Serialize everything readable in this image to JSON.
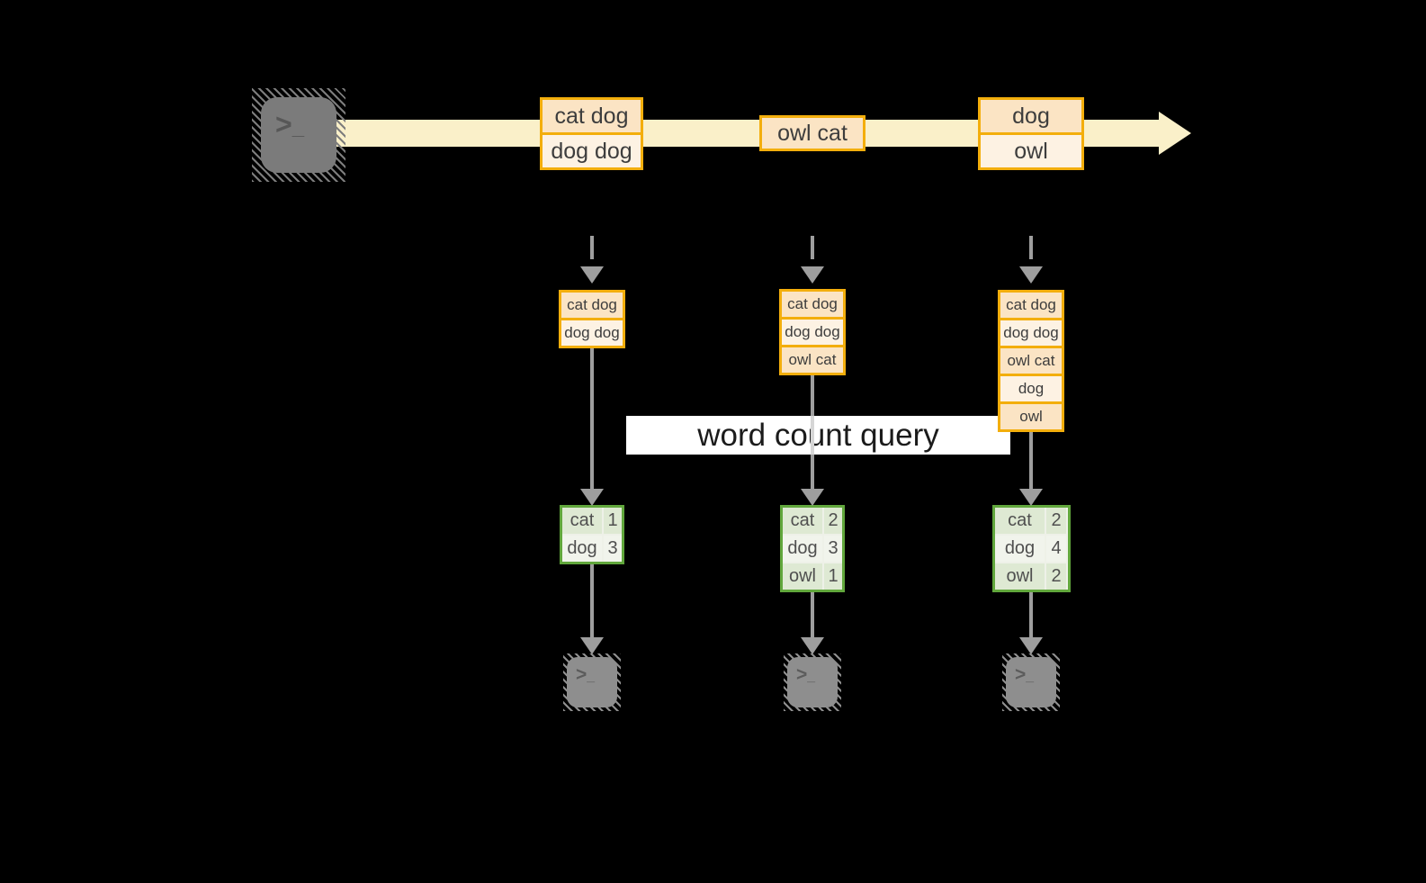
{
  "diagram": {
    "query_label": "word count query",
    "prompt_chevron": ">",
    "prompt_underscore": "_"
  },
  "colors": {
    "background": "#000000",
    "stream_band": "#FAF0C9",
    "orange_border": "#F3AE0C",
    "orange_cell_dark": "#FBE4C4",
    "orange_cell_light": "#FDF2E3",
    "green_border": "#61A73C",
    "green_cell_dark": "#DEE9D3",
    "green_cell_light": "#F1F4EC",
    "arrow_gray": "#9E9E9E",
    "query_box_fill": "#FFFFFF"
  },
  "stream": {
    "events": [
      {
        "lines": [
          "cat dog",
          "dog dog"
        ]
      },
      {
        "lines": [
          "owl cat"
        ]
      },
      {
        "lines": [
          "dog",
          "owl"
        ]
      }
    ]
  },
  "columns": [
    {
      "state": [
        "cat dog",
        "dog dog"
      ],
      "counts": [
        {
          "word": "cat",
          "count": "1"
        },
        {
          "word": "dog",
          "count": "3"
        }
      ]
    },
    {
      "state": [
        "cat dog",
        "dog dog",
        "owl cat"
      ],
      "counts": [
        {
          "word": "cat",
          "count": "2"
        },
        {
          "word": "dog",
          "count": "3"
        },
        {
          "word": "owl",
          "count": "1"
        }
      ]
    },
    {
      "state": [
        "cat dog",
        "dog dog",
        "owl cat",
        "dog",
        "owl"
      ],
      "counts": [
        {
          "word": "cat",
          "count": "2"
        },
        {
          "word": "dog",
          "count": "4"
        },
        {
          "word": "owl",
          "count": "2"
        }
      ]
    }
  ]
}
